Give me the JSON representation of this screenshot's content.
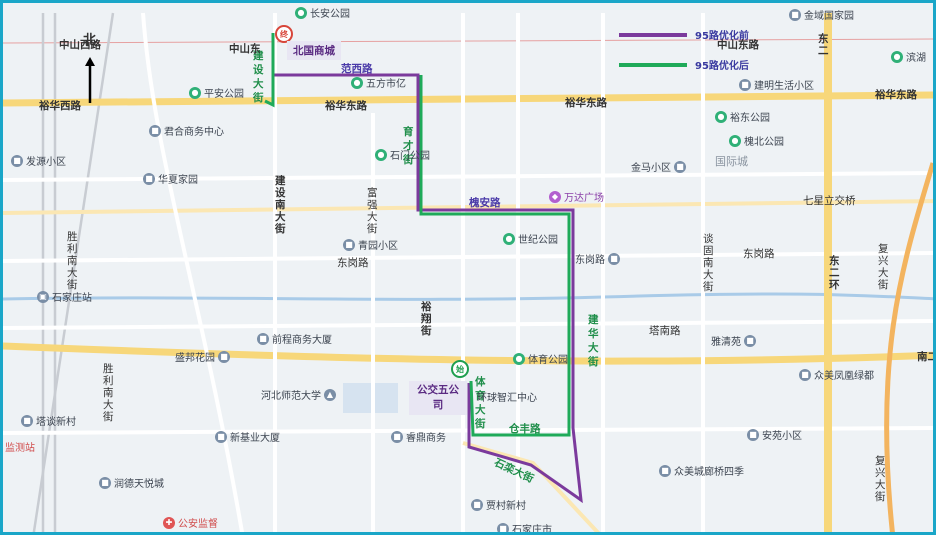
{
  "map": {
    "compass": "北",
    "colors": {
      "before": "#7b3a9c",
      "after": "#1faa59",
      "frame": "#1aa6c8"
    },
    "legend": [
      {
        "label": "95路优化前",
        "color": "#7b3a9c"
      },
      {
        "label": "95路优化后",
        "color": "#1faa59"
      }
    ],
    "endpoints": {
      "start": "始",
      "end": "终"
    },
    "terminals": {
      "north": "北国商城",
      "south": "公交五公司"
    },
    "route_roads": {
      "fanxi": "范西路",
      "jianshe": "建设大街",
      "yucai": "育才街",
      "huaian": "槐安路",
      "jianhua": "建华大街",
      "tiyu": "体育大街",
      "cangfeng": "仓丰路",
      "shiluan": "石栾大街"
    },
    "roads": {
      "zhongshan_w": "中山西路",
      "zhongshan_mid": "中山东",
      "zhongshan_e": "中山东路",
      "yuhua_w": "裕华西路",
      "yuhua_mid": "裕华东路",
      "yuhua_c": "裕华东路",
      "yuhua_e": "裕华东路",
      "qixing": "七星立交桥",
      "donggang_w": "东岗路",
      "donggang_e": "东岗路",
      "tanan": "塔南路",
      "jianshe_s": "建设南大街",
      "shengli_n": "胜利南大街",
      "shengli_s": "胜利南大街",
      "fuqiang": "富强大街",
      "yuxiang": "裕翔街",
      "tanxing": "谈固南大街",
      "dong2": "东二环",
      "dong2_n": "东二",
      "fuxing": "复兴大街",
      "fuxing_s": "复兴大街",
      "nan2": "南二"
    },
    "pois": [
      {
        "name": "长安公园",
        "kind": "g"
      },
      {
        "name": "金域国家园",
        "kind": "b"
      },
      {
        "name": "滨湖",
        "kind": "g"
      },
      {
        "name": "平安公园",
        "kind": "g"
      },
      {
        "name": "五方市亿",
        "kind": "g"
      },
      {
        "name": "建明生活小区",
        "kind": "b"
      },
      {
        "name": "君合商务中心",
        "kind": "b"
      },
      {
        "name": "裕东公园",
        "kind": "g"
      },
      {
        "name": "槐北公园",
        "kind": "g"
      },
      {
        "name": "发源小区",
        "kind": "b"
      },
      {
        "name": "石门公园",
        "kind": "g"
      },
      {
        "name": "金马小区",
        "kind": "b"
      },
      {
        "name": "国际城",
        "kind": "none"
      },
      {
        "name": "华夏家园",
        "kind": "b"
      },
      {
        "name": "万达广场",
        "kind": "p"
      },
      {
        "name": "世纪公园",
        "kind": "g"
      },
      {
        "name": "青园小区",
        "kind": "b"
      },
      {
        "name": "东岗路",
        "kind": "b"
      },
      {
        "name": "石家庄站",
        "kind": "b"
      },
      {
        "name": "前程商务大厦",
        "kind": "b"
      },
      {
        "name": "雅清苑",
        "kind": "b"
      },
      {
        "name": "盛邦花园",
        "kind": "b"
      },
      {
        "name": "体育公园",
        "kind": "g"
      },
      {
        "name": "众美凤凰绿都",
        "kind": "b"
      },
      {
        "name": "河北师范大学",
        "kind": "b"
      },
      {
        "name": "环球智汇中心",
        "kind": "b"
      },
      {
        "name": "塔谈新村",
        "kind": "b"
      },
      {
        "name": "新基业大厦",
        "kind": "b"
      },
      {
        "name": "睿鼎商务",
        "kind": "b"
      },
      {
        "name": "安苑小区",
        "kind": "b"
      },
      {
        "name": "众美城廊桥四季",
        "kind": "b"
      },
      {
        "name": "润德天悦城",
        "kind": "b"
      },
      {
        "name": "贾村新村",
        "kind": "b"
      },
      {
        "name": "监测站",
        "kind": "none"
      },
      {
        "name": "公安监督",
        "kind": "r"
      },
      {
        "name": "石家庄市",
        "kind": "b"
      }
    ]
  }
}
